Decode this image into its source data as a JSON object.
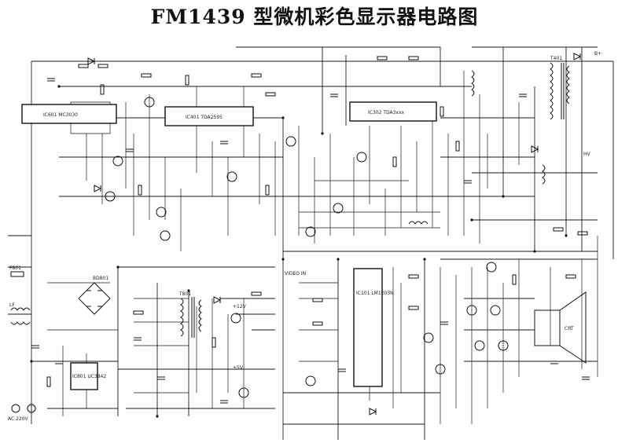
{
  "diagram": {
    "title": "FM1439 型微机彩色显示器电路图",
    "chips": [
      {
        "id": "ic601",
        "label": "IC601 MC3030"
      },
      {
        "id": "ic401",
        "label": "IC401 TDA2595"
      },
      {
        "id": "ic302",
        "label": "IC302 TDA3xxx"
      },
      {
        "id": "ic101",
        "label": "IC101 LM1203N"
      },
      {
        "id": "ic801",
        "label": "IC801 UC3842"
      }
    ],
    "labels": {
      "crt": "CRT",
      "fuse": "F801",
      "bridge": "BD801",
      "ac_in": "AC 220V",
      "b_plus": "B+",
      "hv": "HV",
      "fbt": "T401",
      "lf": "LF",
      "t801": "T801",
      "plus_12v": "+12V",
      "plus_5v": "+5V",
      "video": "VIDEO IN"
    }
  }
}
